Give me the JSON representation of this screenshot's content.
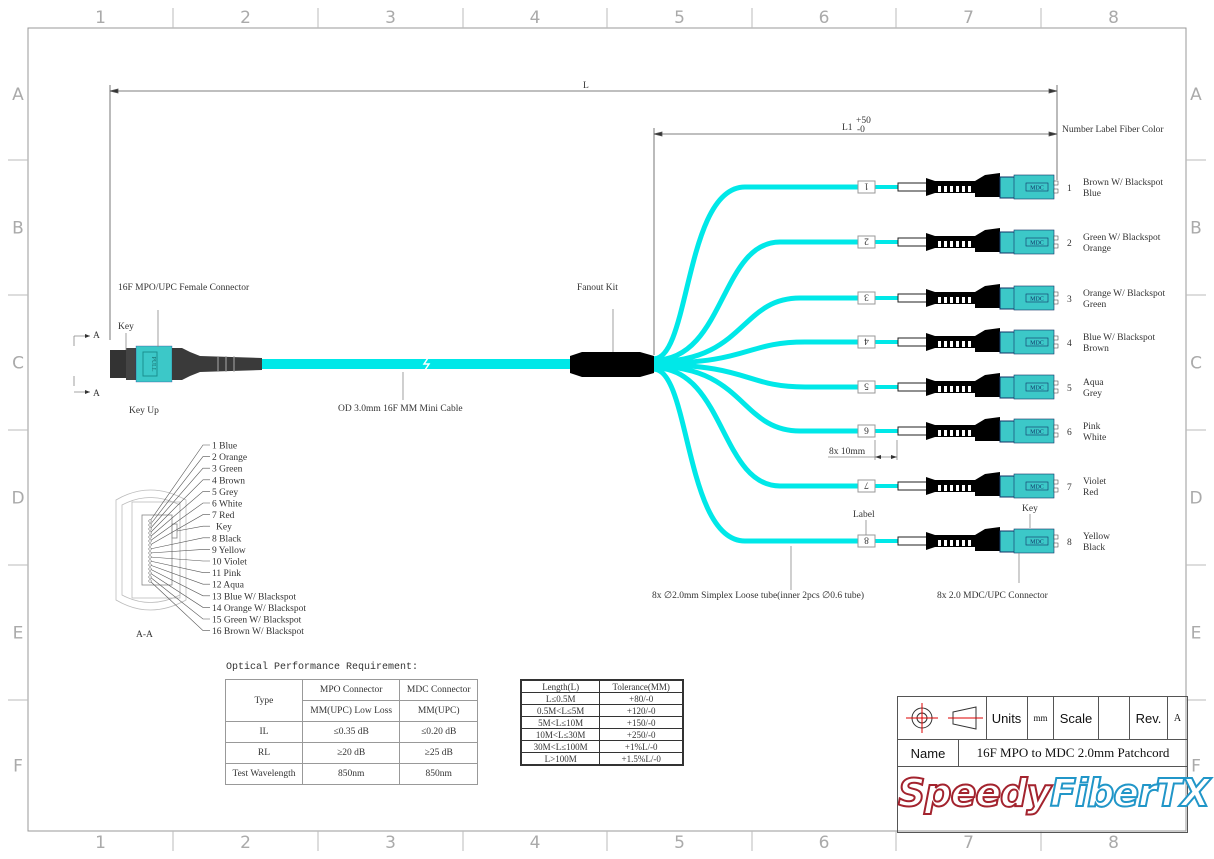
{
  "frame": {
    "columns": [
      "1",
      "2",
      "3",
      "4",
      "5",
      "6",
      "7",
      "8"
    ],
    "rows": [
      "A",
      "B",
      "C",
      "D",
      "E",
      "F"
    ]
  },
  "dimensions": {
    "overall": "L",
    "fanout_length": "L1",
    "fanout_tol_plus": "+50",
    "fanout_tol_minus": "-0",
    "label_offset": "8x 10mm"
  },
  "header_legend": "Number Label Fiber Color",
  "callouts": {
    "mpo_connector": "16F MPO/UPC Female Connector",
    "key": "Key",
    "section_marker": "A",
    "key_up": "Key Up",
    "cable": "OD 3.0mm 16F MM Mini Cable",
    "fanout_kit": "Fanout Kit",
    "label": "Label",
    "mdc_key": "Key",
    "loose_tube": "8x ∅2.0mm Simplex Loose tube(inner 2pcs ∅0.6 tube)",
    "mdc_connector": "8x 2.0 MDC/UPC Connector"
  },
  "cable_color": "#00e8e8",
  "connector_color": "#3cc8c8",
  "branches": [
    {
      "label": "1",
      "number": "1",
      "colors": [
        "Brown W/ Blackspot",
        "Blue"
      ]
    },
    {
      "label": "2",
      "number": "2",
      "colors": [
        "Green W/ Blackspot",
        "Orange"
      ]
    },
    {
      "label": "3",
      "number": "3",
      "colors": [
        "Orange W/ Blackspot",
        "Green"
      ]
    },
    {
      "label": "4",
      "number": "4",
      "colors": [
        "Blue W/ Blackspot",
        "Brown"
      ]
    },
    {
      "label": "5",
      "number": "5",
      "colors": [
        "Aqua",
        "Grey"
      ]
    },
    {
      "label": "6",
      "number": "6",
      "colors": [
        "Pink",
        "White"
      ]
    },
    {
      "label": "7",
      "number": "7",
      "colors": [
        "Violet",
        "Red"
      ]
    },
    {
      "label": "8",
      "number": "8",
      "colors": [
        "Yellow",
        "Black"
      ]
    }
  ],
  "connector_text": {
    "pull": "PULL",
    "mdc": "MDC"
  },
  "section_view": {
    "title": "A-A",
    "fibers": [
      "1 Blue",
      "2 Orange",
      "3 Green",
      "4 Brown",
      "5 Grey",
      "6 White",
      "7 Red",
      "Key",
      "8 Black",
      "9 Yellow",
      "10 Violet",
      "11 Pink",
      "12 Aqua",
      "13 Blue W/ Blackspot",
      "14 Orange W/ Blackspot",
      "15 Green W/ Blackspot",
      "16 Brown W/ Blackspot"
    ]
  },
  "optical": {
    "title": "Optical Performance Requirement:",
    "type_label": "Type",
    "mpo_header": "MPO Connector",
    "mdc_header": "MDC Connector",
    "mpo_sub": "MM(UPC) Low Loss",
    "mdc_sub": "MM(UPC)",
    "rows": [
      {
        "name": "IL",
        "mpo": "≤0.35 dB",
        "mdc": "≤0.20 dB"
      },
      {
        "name": "RL",
        "mpo": "≥20 dB",
        "mdc": "≥25 dB"
      },
      {
        "name": "Test Wavelength",
        "mpo": "850nm",
        "mdc": "850nm"
      }
    ]
  },
  "tolerance": {
    "headers": [
      "Length(L)",
      "Tolerance(MM)"
    ],
    "rows": [
      [
        "L≤0.5M",
        "+80/-0"
      ],
      [
        "0.5M<L≤5M",
        "+120/-0"
      ],
      [
        "5M<L≤10M",
        "+150/-0"
      ],
      [
        "10M<L≤30M",
        "+250/-0"
      ],
      [
        "30M<L≤100M",
        "+1%L/-0"
      ],
      [
        "L>100M",
        "+1.5%L/-0"
      ]
    ]
  },
  "title_block": {
    "units_label": "Units",
    "units": "mm",
    "scale_label": "Scale",
    "scale": "",
    "rev_label": "Rev.",
    "rev": "A",
    "name_label": "Name",
    "name": "16F MPO to MDC 2.0mm Patchcord",
    "logo_part1": "Speedy",
    "logo_part2": "FiberTX"
  }
}
